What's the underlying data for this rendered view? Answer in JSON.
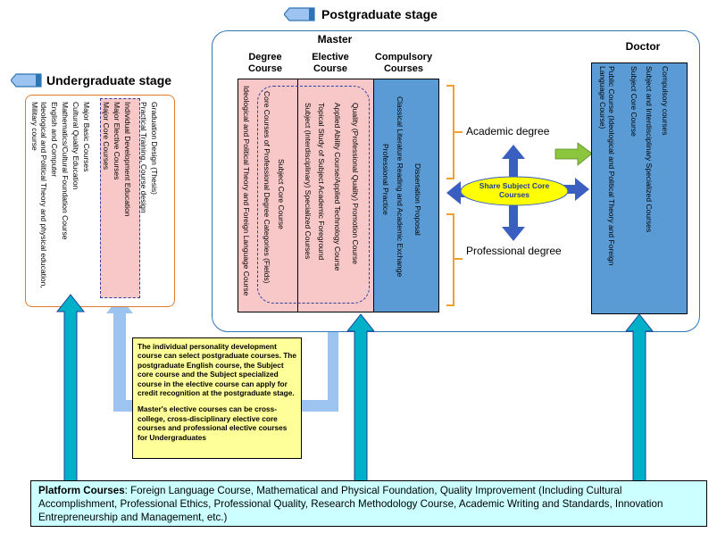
{
  "postgraduate": {
    "title": "Postgraduate stage",
    "master_title": "Master",
    "doctor_title": "Doctor",
    "columns": {
      "degree_course": "Degree Course",
      "elective_course": "Elective Course",
      "compulsory_courses": "Compulsory Courses"
    },
    "degree_items": [
      "Ideological and Political Theory and Foreign Language Course",
      "Core Courses of Professional Degree Categories (Fields)",
      "Subject Core Course"
    ],
    "elective_items": [
      "Subject (Interdisciplinary) Specialized Courses",
      "Topical Study of Subject Academic Foreground",
      "Applied Ability Course/Applied Technology Course",
      "Quality (Professional Quality) Promotion Course"
    ],
    "compulsory_items": [
      "Professional Practice",
      "Classical Literature Reading and Academic Exchange",
      "Dissertation Proposal"
    ],
    "doctor_items": [
      "Public Course (Ideological and Political Theory and Foreign Language Course)",
      "Subject Core Course",
      "Subject and Interdisciplinary Specialized Courses",
      "Compulsory courses"
    ],
    "academic_degree": "Academic degree",
    "professional_degree": "Professional degree",
    "share_label": "Share Subject Core Courses"
  },
  "undergraduate": {
    "title": "Undergraduate stage",
    "items": [
      "Military course",
      "Ideological and Political Theory and physical education,",
      "English and Computer",
      "Mathematics/Cultural Foundation Course",
      "Cultural Quality Education",
      "Major Basic Courses",
      "Major Core Courses",
      "Major Elective Courses",
      "Individual Development   Education",
      "Practical Training, Course design",
      "Graduation Design (Thesis)"
    ]
  },
  "note": {
    "paragraph1": "The individual personality development course can select postgraduate courses. The postgraduate English course, the Subject core course and the Subject specialized course in the elective course can apply for credit recognition at the postgraduate stage.",
    "paragraph2": "Master's elective courses can be cross-college, cross-disciplinary elective core courses and professional elective courses for Undergraduates"
  },
  "platform": {
    "label": "Platform Courses",
    "text": ": Foreign Language Course, Mathematical and Physical Foundation, Quality Improvement (Including Cultural Accomplishment, Professional Ethics, Professional Quality, Research Methodology Course, Academic Writing and Standards, Innovation  Entrepreneurship and Management, etc.)"
  },
  "colors": {
    "master_border": "#2e75b6",
    "undergrad_border": "#e07b2b",
    "pink": "#f8c8c8",
    "blue": "#5b9bd5",
    "light_blue_arrow": "#9dc3f0",
    "teal_arrow": "#00b0c8",
    "note_bg": "#ffff99",
    "platform_bg": "#ccffff",
    "ellipse": "#ffff00",
    "green_arrow": "#8cc63f",
    "bracket": "#f0a030"
  }
}
